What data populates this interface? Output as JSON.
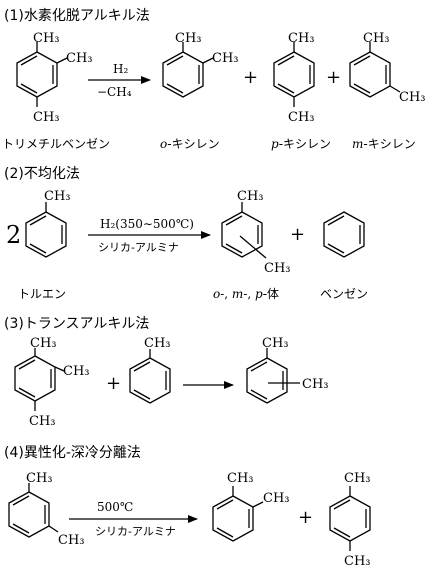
{
  "sections": [
    {
      "heading": "(1)水素化脱アルキル法",
      "reagent_top": "H₂",
      "reagent_bottom": "−CH₄",
      "substituent": "CH₃",
      "labels": {
        "reactant": "トリメチルベンゼン",
        "ortho_prefix": "o",
        "ortho_suffix": "-キシレン",
        "para_prefix": "p",
        "para_suffix": "-キシレン",
        "meta_prefix": "m",
        "meta_suffix": "-キシレン"
      },
      "plus": "+"
    },
    {
      "heading": "(2)不均化法",
      "coefficient": "2",
      "reagent_top": "H₂(350∼500℃)",
      "reagent_bottom": "シリカ-アルミナ",
      "substituent": "CH₃",
      "labels": {
        "reactant": "トルエン",
        "product_o": "o",
        "product_sep1": "-, ",
        "product_m": "m",
        "product_sep2": "-, ",
        "product_p": "p",
        "product_tail": "-体",
        "benzene": "ベンゼン"
      },
      "plus": "+"
    },
    {
      "heading": "(3)トランスアルキル法",
      "substituent": "CH₃",
      "plus": "+"
    },
    {
      "heading": "(4)異性化-深冷分離法",
      "reagent_top": "500℃",
      "reagent_bottom": "シリカ-アルミナ",
      "substituent": "CH₃",
      "plus": "+"
    }
  ]
}
